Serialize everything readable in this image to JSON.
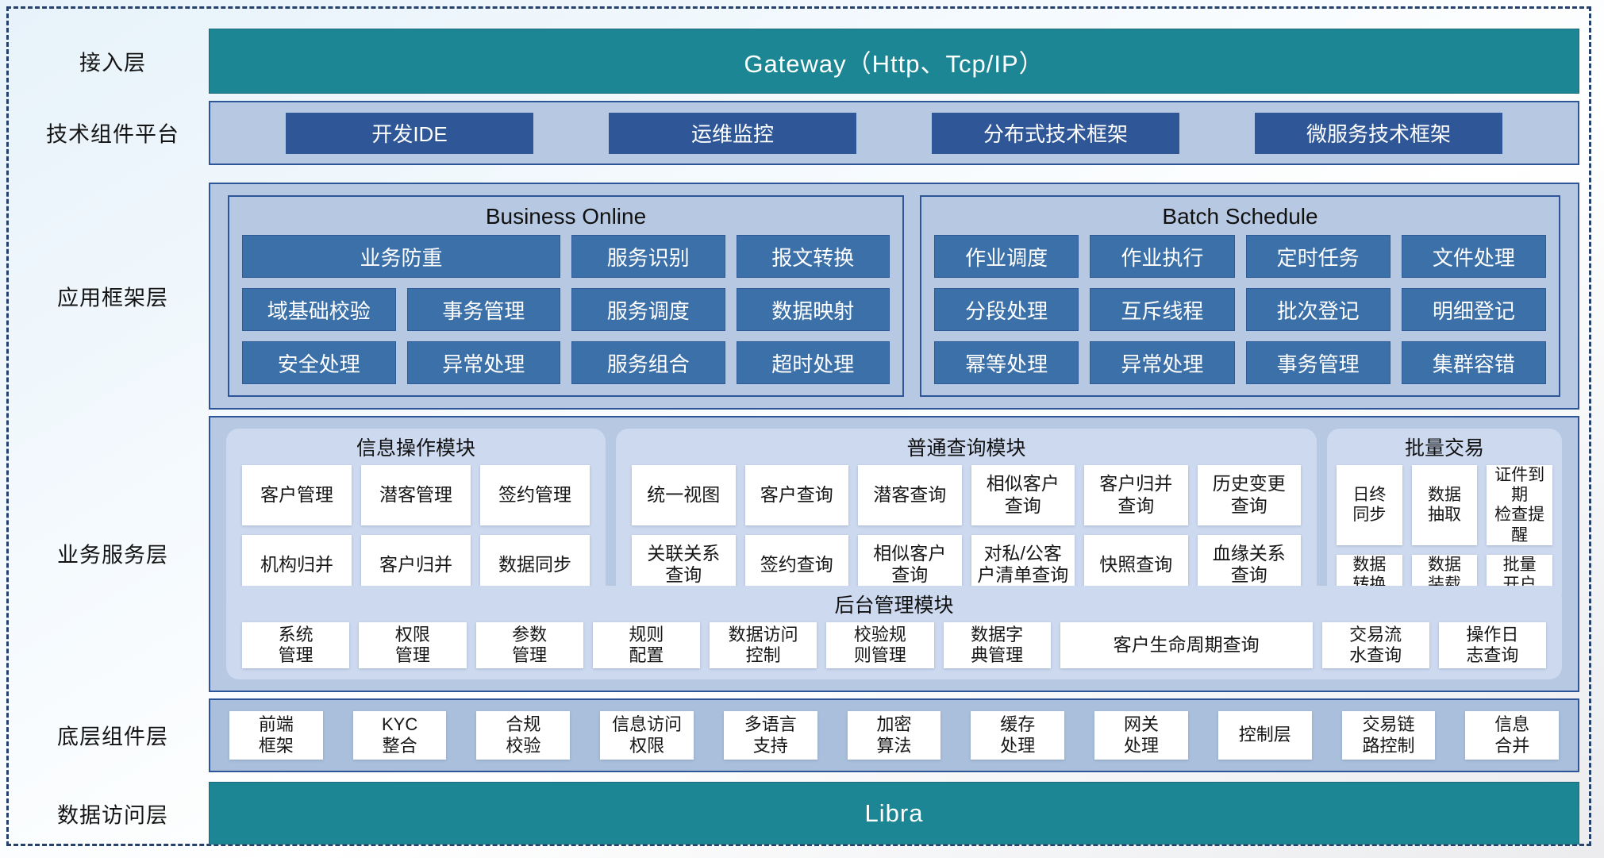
{
  "colors": {
    "teal_bar": "#1d8695",
    "dark_blue_button": "#2f5798",
    "medium_blue_button": "#3c70a9",
    "layer_container": "#b6c8e2",
    "container_border": "#2e5597",
    "module_panel": "#cdd9ef",
    "white_button": "#ffffff",
    "dashed_frame": "#24406b"
  },
  "layers": {
    "access": {
      "label": "接入层",
      "bar": "Gateway（Http、Tcp/IP）"
    },
    "tech_platform": {
      "label": "技术组件平台",
      "items": [
        "开发IDE",
        "运维监控",
        "分布式技术框架",
        "微服务技术框架"
      ]
    },
    "app_framework": {
      "label": "应用框架层",
      "groups": [
        {
          "title": "Business Online",
          "items": [
            {
              "text": "业务防重",
              "span": 2
            },
            "服务识别",
            "报文转换",
            "域基础校验",
            "事务管理",
            "服务调度",
            "数据映射",
            "安全处理",
            "异常处理",
            "服务组合",
            "超时处理"
          ]
        },
        {
          "title": "Batch Schedule",
          "items": [
            "作业调度",
            "作业执行",
            "定时任务",
            "文件处理",
            "分段处理",
            "互斥线程",
            "批次登记",
            "明细登记",
            "幂等处理",
            "异常处理",
            "事务管理",
            "集群容错"
          ]
        }
      ]
    },
    "business_service": {
      "label": "业务服务层",
      "modules": [
        {
          "title": "信息操作模块",
          "items": [
            "客户管理",
            "潜客管理",
            "签约管理",
            "机构归并",
            "客户归并",
            "数据同步"
          ]
        },
        {
          "title": "普通查询模块",
          "items": [
            "统一视图",
            "客户查询",
            "潜客查询",
            "相似客户\n查询",
            "客户归并\n查询",
            "历史变更\n查询",
            "关联关系\n查询",
            "签约查询",
            "相似客户\n查询",
            "对私/公客\n户清单查询",
            "快照查询",
            "血缘关系\n查询"
          ]
        },
        {
          "title": "批量交易",
          "items": [
            "日终\n同步",
            "数据\n抽取",
            "证件到期\n检查提醒",
            "数据\n转换",
            "数据\n装载",
            "批量\n开户"
          ]
        }
      ],
      "admin": {
        "title": "后台管理模块",
        "items": [
          "系统\n管理",
          "权限\n管理",
          "参数\n管理",
          "规则\n配置",
          "数据访问\n控制",
          "校验规\n则管理",
          "数据字\n典管理",
          {
            "text": "客户生命周期查询",
            "wide": true
          },
          "交易流\n水查询",
          "操作日\n志查询"
        ]
      }
    },
    "base_components": {
      "label": "底层组件层",
      "items": [
        "前端\n框架",
        "KYC\n整合",
        "合规\n校验",
        "信息访问\n权限",
        "多语言\n支持",
        "加密\n算法",
        "缓存\n处理",
        "网关\n处理",
        "控制层",
        "交易链\n路控制",
        "信息\n合并"
      ]
    },
    "data_access": {
      "label": "数据访问层",
      "bar": "Libra"
    }
  }
}
